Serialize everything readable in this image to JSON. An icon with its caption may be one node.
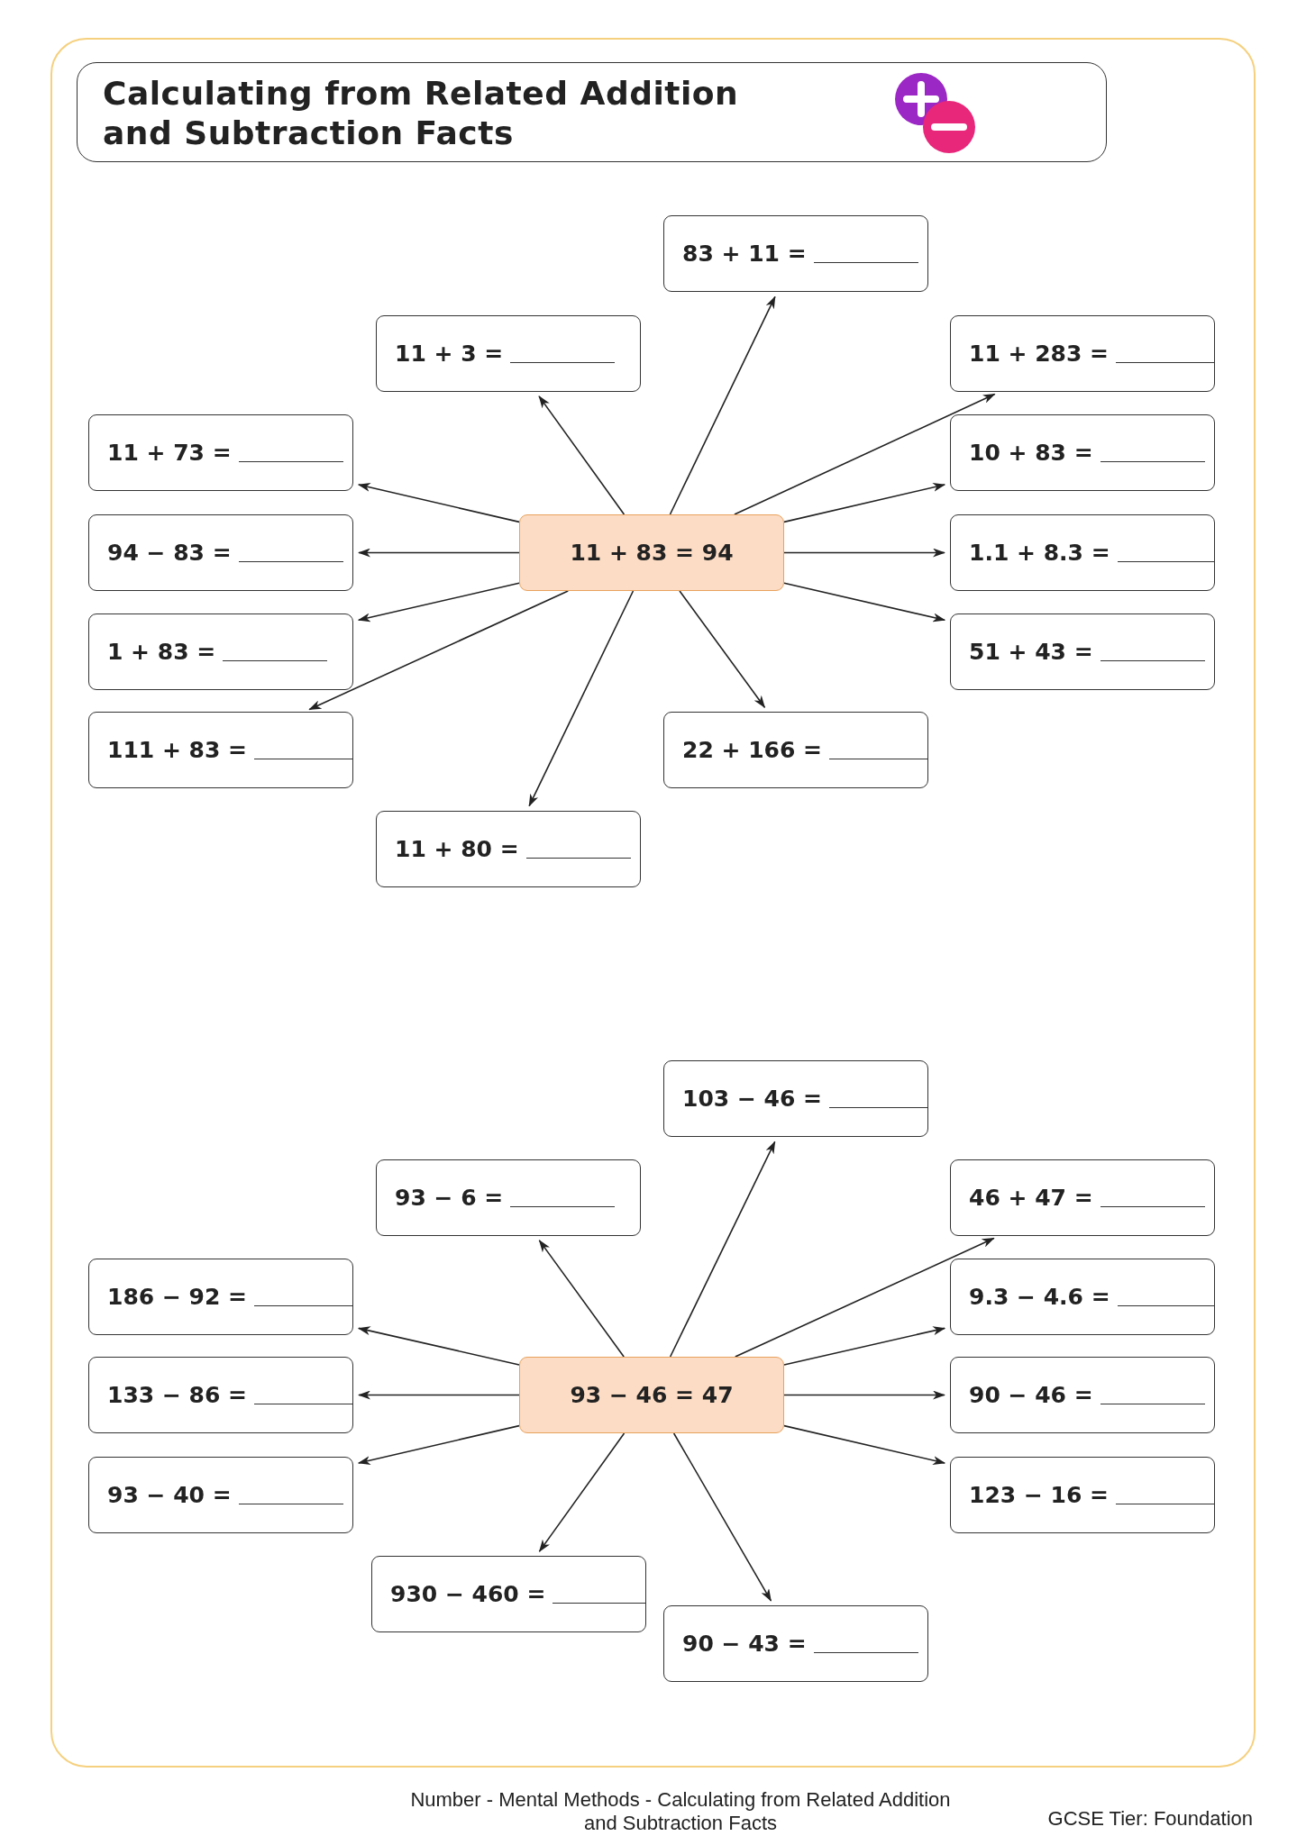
{
  "diagram": {
    "title": "Calculating from Related Addition and Subtraction Facts",
    "nodes": [
      {
        "text": [
          "83 + 11 ="
        ]
      },
      {
        "text": [
          "11 + 3 ="
        ]
      },
      {
        "text": [
          "11 + 283 ="
        ]
      },
      {
        "text": [
          "11 + 73 ="
        ]
      },
      {
        "text": [
          "10 + 83 ="
        ]
      },
      {
        "text": [
          "94 − 83 ="
        ]
      },
      {
        "text": [
          "11 + 83 = 94"
        ]
      },
      {
        "text": [
          "1.1 + 8.3 ="
        ]
      },
      {
        "text": [
          "1 + 83 ="
        ]
      },
      {
        "text": [
          "51 + 43 ="
        ]
      },
      {
        "text": [
          "111 + 83 ="
        ]
      },
      {
        "text": [
          "22 + 166 ="
        ]
      },
      {
        "text": [
          "11 + 80 ="
        ]
      },
      {
        "text": [
          "103 − 46 ="
        ]
      },
      {
        "text": [
          "93 − 6 ="
        ]
      },
      {
        "text": [
          "46 + 47 ="
        ]
      },
      {
        "text": [
          "186 − 92 ="
        ]
      },
      {
        "text": [
          "9.3 − 4.6 ="
        ]
      },
      {
        "text": [
          "133 − 86 ="
        ]
      },
      {
        "text": [
          "93 − 46 = 47"
        ]
      },
      {
        "text": [
          "90 − 46 ="
        ]
      },
      {
        "text": [
          "93 − 40 ="
        ]
      },
      {
        "text": [
          "123 − 16 ="
        ]
      },
      {
        "text": [
          "930 − 460 ="
        ]
      },
      {
        "text": [
          "90 − 43 ="
        ]
      }
    ],
    "edges": [
      {
        "from": 6,
        "to": 0,
        "arrow": "to"
      },
      {
        "from": 6,
        "to": 1,
        "arrow": "to"
      },
      {
        "from": 6,
        "to": 2,
        "arrow": "to"
      },
      {
        "from": 6,
        "to": 3,
        "arrow": "to"
      },
      {
        "from": 6,
        "to": 4,
        "arrow": "to"
      },
      {
        "from": 6,
        "to": 5,
        "arrow": "to"
      },
      {
        "from": 6,
        "to": 7,
        "arrow": "to"
      },
      {
        "from": 6,
        "to": 8,
        "arrow": "to"
      },
      {
        "from": 6,
        "to": 9,
        "arrow": "to"
      },
      {
        "from": 6,
        "to": 10,
        "arrow": "to"
      },
      {
        "from": 6,
        "to": 11,
        "arrow": "to"
      },
      {
        "from": 6,
        "to": 12,
        "arrow": "to"
      },
      {
        "from": 19,
        "to": 13,
        "arrow": "to"
      },
      {
        "from": 19,
        "to": 14,
        "arrow": "to"
      },
      {
        "from": 19,
        "to": 15,
        "arrow": "to"
      },
      {
        "from": 19,
        "to": 16,
        "arrow": "to"
      },
      {
        "from": 19,
        "to": 17,
        "arrow": "to"
      },
      {
        "from": 19,
        "to": 18,
        "arrow": "to"
      },
      {
        "from": 19,
        "to": 20,
        "arrow": "to"
      },
      {
        "from": 19,
        "to": 21,
        "arrow": "to"
      },
      {
        "from": 19,
        "to": 22,
        "arrow": "to"
      },
      {
        "from": 19,
        "to": 23,
        "arrow": "to"
      },
      {
        "from": 19,
        "to": 24,
        "arrow": "to"
      }
    ],
    "labels": [
      "Number - Mental Methods - Calculating from Related Addition and Subtraction Facts",
      "GCSE Tier: Foundation"
    ]
  }
}
